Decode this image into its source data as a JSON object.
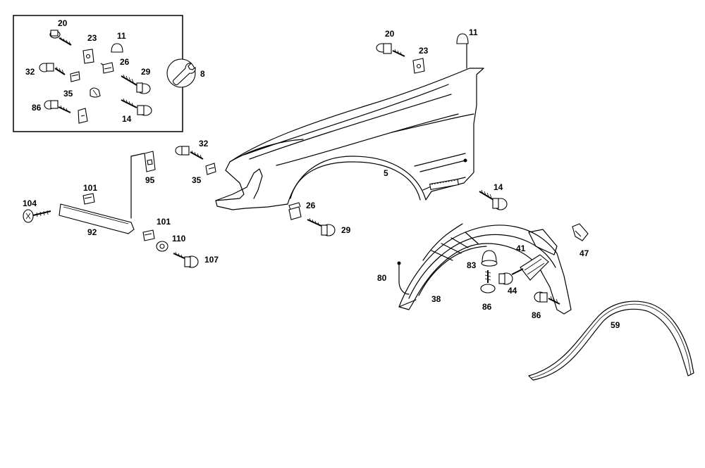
{
  "labels": {
    "inset_20": "20",
    "inset_23": "23",
    "inset_11": "11",
    "inset_32": "32",
    "inset_26": "26",
    "inset_29": "29",
    "inset_35": "35",
    "inset_86": "86",
    "inset_14": "14",
    "tool_8": "8",
    "p20": "20",
    "p23": "23",
    "p11": "11",
    "p32": "32",
    "p35": "35",
    "p95": "95",
    "p5": "5",
    "p14": "14",
    "p101a": "101",
    "p104": "104",
    "p92": "92",
    "p101b": "101",
    "p110": "110",
    "p107": "107",
    "p26": "26",
    "p29": "29",
    "p41": "41",
    "p47": "47",
    "p83": "83",
    "p80": "80",
    "p44": "44",
    "p38": "38",
    "p86a": "86",
    "p86b": "86",
    "p59": "59"
  },
  "icons": [
    "wrench-icon",
    "screw-icon",
    "clip-icon",
    "nut-icon"
  ]
}
